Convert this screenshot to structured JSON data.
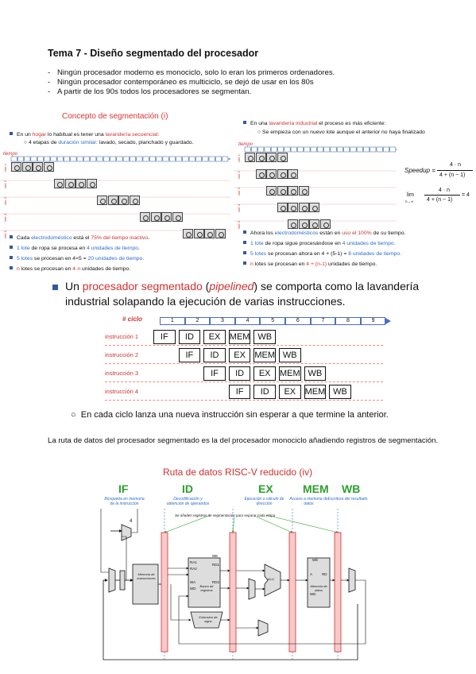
{
  "title": "Tema 7 - Diseño segmentado del procesador",
  "intro_bullets": [
    "Ningún procesador moderno es monociclo, solo lo eran los primeros ordenadores.",
    "Ningún procesador contemporáneo es multiciclo, se dejó de usar en los 80s",
    "A partir de los 90s todos los procesadores se segmentan."
  ],
  "slide_left": {
    "title": "Concepto de segmentación (i)",
    "bullet1_pre": "En un ",
    "bullet1_red1": "hogar",
    "bullet1_mid": " lo habitual es tener una ",
    "bullet1_red2": "lavandería secuencial",
    "bullet1_end": ":",
    "sub1_pre": "4 etapas de ",
    "sub1_blue": "duración similar",
    "sub1_end": ": lavado, secado, planchado y guardado.",
    "time_label": "tiempo",
    "lote_labels": [
      "lote 1",
      "lote 2",
      "lote 3",
      "lote 4",
      "lote 5"
    ],
    "b1_pre": "Cada ",
    "b1_blue": "electrodoméstico",
    "b1_mid": " está el ",
    "b1_red": "75% del tiempo inactivo",
    "b1_end": ".",
    "b2_blue": "1 lote",
    "b2_mid": " de ropa se procesa en ",
    "b2_blue2": "4 unidades de tiempo.",
    "b3_blue": "5 lotes",
    "b3_mid": " se procesan en 4×5 = ",
    "b3_blue2": "20 unidades de tiempo.",
    "b4_red": "n",
    "b4_mid": " lotes se procesan en ",
    "b4_red2": "4·n",
    "b4_end": " unidades de tiempo."
  },
  "slide_right": {
    "bullet1_pre": "En una ",
    "bullet1_red": "lavandería industrial",
    "bullet1_end": " el proceso es más eficiente:",
    "sub1": "Se empieza con un nuevo lote aunque el anterior no haya finalizado",
    "time_label": "tiempo",
    "lote_labels": [
      "lote 1",
      "lote 2",
      "lote 3",
      "lote 4",
      "lote 5"
    ],
    "speedup_label": "Speedup =",
    "speedup_num": "4 · n",
    "speedup_den": "4 + (n − 1)",
    "lim_label": "lim",
    "lim_sub": "n→∞",
    "lim_num": "4 · n",
    "lim_den": "4 + (n − 1)",
    "lim_result": "= 4",
    "b1_pre": "Ahora los ",
    "b1_blue": "electrodomésticos",
    "b1_mid": " están en ",
    "b1_red": "uso el 100%",
    "b1_end": " de su tiempo.",
    "b2_blue": "1 lote",
    "b2_mid": " de ropa sigue procesándose en ",
    "b2_blue2": "4 unidades de tiempo.",
    "b3_blue": "5 lotes",
    "b3_mid": " se procesan ahora en 4 + (5-1) = ",
    "b3_blue2": "8 unidades de tiempo.",
    "b4_red": "n",
    "b4_mid": " lotes se procesan en ",
    "b4_red2": "4 + (n-1)",
    "b4_end": " unidades de tiempo."
  },
  "pipeline_slide": {
    "text_pre": "Un ",
    "text_red": "procesador segmentado",
    "text_mid": " (",
    "text_italic": "pipelined",
    "text_mid2": ") se comporta como la lavandería",
    "text_line2": "industrial solapando la ejecución de varias instrucciones.",
    "cycle_label": "# ciclo",
    "cycles": [
      "1",
      "2",
      "3",
      "4",
      "5",
      "6",
      "7",
      "8",
      "9"
    ],
    "instructions": [
      "instrucción 1",
      "instrucción 2",
      "instrucción 3",
      "instrucción 4"
    ],
    "stages": [
      "IF",
      "ID",
      "EX",
      "MEM",
      "WB"
    ],
    "footer": "En cada ciclo lanza una nueva instrucción sin esperar a que termine la anterior."
  },
  "paragraph": "La ruta de datos del procesador segmentado es la del procesador monociclo añadiendo registros de segmentación.",
  "datapath": {
    "title": "Ruta de datos RISC-V reducido (iv)",
    "stage_names": [
      "IF",
      "ID",
      "EX",
      "MEM",
      "WB"
    ],
    "stage_subs": [
      "Búsqueda en memoria de la instrucción",
      "Decodificación y obtención de operandos",
      "Ejecución o cálculo de dirección",
      "Acceso a memoria de datos",
      "Escritura del resultado"
    ],
    "reg_note": "Se añaden registros de segmentación para separar cada etapa",
    "mem_instr": "Memoria de instrucciones",
    "reg_bank": "Banco de registros",
    "ext_signo": "Extensión de signo",
    "mem_datos": "Memoria de datos",
    "alu": "ALU",
    "const4": "4",
    "ports": [
      "RA1",
      "RA2",
      "WA",
      "WD",
      "RD1",
      "RD2",
      "WE",
      "A",
      "RD",
      "WD",
      "WE"
    ]
  },
  "colors": {
    "red": "#d03030",
    "blue": "#2e6cc7",
    "green": "#2ca02c",
    "dark_blue": "#2e5aa0"
  }
}
